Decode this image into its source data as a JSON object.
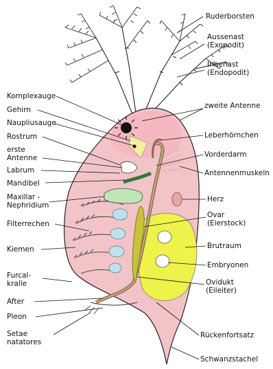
{
  "colors": {
    "body": "#f2c4c8",
    "head": "#f5b8c0",
    "brood": "#eef24a",
    "gut": "#b79a78",
    "filter_plates": "#bfe0ec",
    "nephridium": "#bfe6b5",
    "eye": "#111111",
    "heart": "#e8a6a6",
    "ovary": "#c8c23a"
  },
  "labels_left": [
    {
      "id": "komplexauge",
      "lines": [
        "Komplexauge"
      ]
    },
    {
      "id": "gehirn",
      "lines": [
        "Gehirn"
      ]
    },
    {
      "id": "naupliusauge",
      "lines": [
        "Naupliusauge"
      ]
    },
    {
      "id": "rostrum",
      "lines": [
        "Rostrum"
      ]
    },
    {
      "id": "erste-antenne",
      "lines": [
        "erste",
        "Antenne"
      ]
    },
    {
      "id": "labrum",
      "lines": [
        "Labrum"
      ]
    },
    {
      "id": "mandibel",
      "lines": [
        "Mandibel"
      ]
    },
    {
      "id": "maxillar-nephridium",
      "lines": [
        "Maxillar -",
        "Nephridium"
      ]
    },
    {
      "id": "filterrechen",
      "lines": [
        "Filterrechen"
      ]
    },
    {
      "id": "kiemen",
      "lines": [
        "Kiemen"
      ]
    },
    {
      "id": "furcalkralle",
      "lines": [
        "Furcal-",
        "kralle"
      ]
    },
    {
      "id": "after",
      "lines": [
        "After"
      ]
    },
    {
      "id": "pleon",
      "lines": [
        "Pleon"
      ]
    },
    {
      "id": "setae-natatores",
      "lines": [
        "Setae",
        "natatores"
      ]
    }
  ],
  "labels_right": [
    {
      "id": "ruderborsten",
      "lines": [
        "Ruderborsten"
      ]
    },
    {
      "id": "aussenast",
      "lines": [
        "Aussenast",
        "(Exopodit)"
      ]
    },
    {
      "id": "innenast",
      "lines": [
        "Innenast",
        "(Endopodit)"
      ]
    },
    {
      "id": "zweite-antenne",
      "lines": [
        "zweite Antenne"
      ]
    },
    {
      "id": "leberhoernchen",
      "lines": [
        "Leberhörnchen"
      ]
    },
    {
      "id": "vorderdarm",
      "lines": [
        "Vorderdarm"
      ]
    },
    {
      "id": "antennenmuskeln",
      "lines": [
        "Antennenmuskeln"
      ]
    },
    {
      "id": "herz",
      "lines": [
        "Herz"
      ]
    },
    {
      "id": "ovar",
      "lines": [
        "Ovar",
        "(Eierstock)"
      ]
    },
    {
      "id": "brutraum",
      "lines": [
        "Brutraum"
      ]
    },
    {
      "id": "embryonen",
      "lines": [
        "Embryonen"
      ]
    },
    {
      "id": "ovidukt",
      "lines": [
        "Ovidukt",
        "(Eileiter)"
      ]
    },
    {
      "id": "rueckenfortsatz",
      "lines": [
        "Rückenfortsatz"
      ]
    },
    {
      "id": "schwanzstachel",
      "lines": [
        "Schwanzstachel"
      ]
    }
  ]
}
